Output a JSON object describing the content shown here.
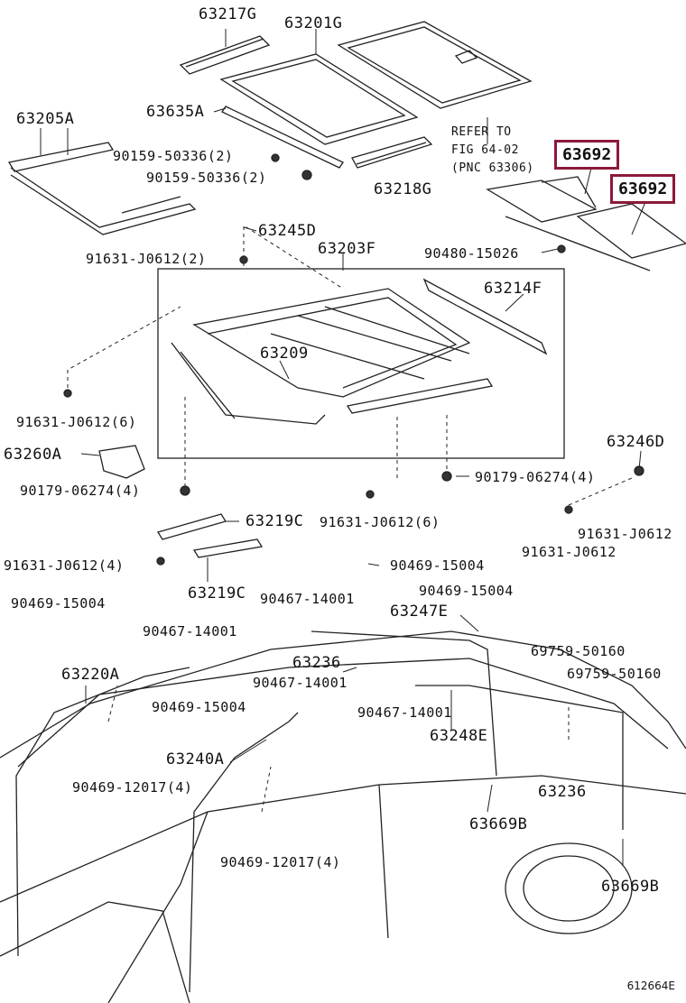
{
  "labels": {
    "p63217G": "63217G",
    "p63201G": "63201G",
    "p63205A": "63205A",
    "p63635A": "63635A",
    "refer1": "REFER TO",
    "refer2": "FIG 64-02",
    "refer3": "(PNC 63306)",
    "p63692a": "63692",
    "p63692b": "63692",
    "b90159a": "90159-50336(2)",
    "b90159b": "90159-50336(2)",
    "p63218G": "63218G",
    "p63245D": "63245D",
    "p63203F": "63203F",
    "b90480": "90480-15026",
    "b91631a": "91631-J0612(2)",
    "p63214F": "63214F",
    "p63209": "63209",
    "b91631b": "91631-J0612(6)",
    "p63260A": "63260A",
    "p63246D": "63246D",
    "b90179a": "90179-06274(4)",
    "b90179b": "90179-06274(4)",
    "p63219Ca": "63219C",
    "b91631c": "91631-J0612(6)",
    "b91631d": "91631-J0612",
    "b91631e": "91631-J0612",
    "b91631f": "91631-J0612(4)",
    "b90469a": "90469-15004",
    "p63219Cb": "63219C",
    "b90469b": "90469-15004",
    "b90469c": "90469-15004",
    "b90467a": "90467-14001",
    "p63247E": "63247E",
    "b90467b": "90467-14001",
    "b69759a": "69759-50160",
    "p63236a": "63236",
    "p63220A": "63220A",
    "b69759b": "69759-50160",
    "b90467c": "90467-14001",
    "b90469d": "90469-15004",
    "b90467d": "90467-14001",
    "p63248E": "63248E",
    "p63240A": "63240A",
    "b90469e": "90469-12017(4)",
    "p63236b": "63236",
    "p63669Ba": "63669B",
    "b90469f": "90469-12017(4)",
    "p63669Bb": "63669B"
  },
  "figure_code": "612664E",
  "colors": {
    "highlight": "#8b1a3a",
    "line": "#222222"
  }
}
